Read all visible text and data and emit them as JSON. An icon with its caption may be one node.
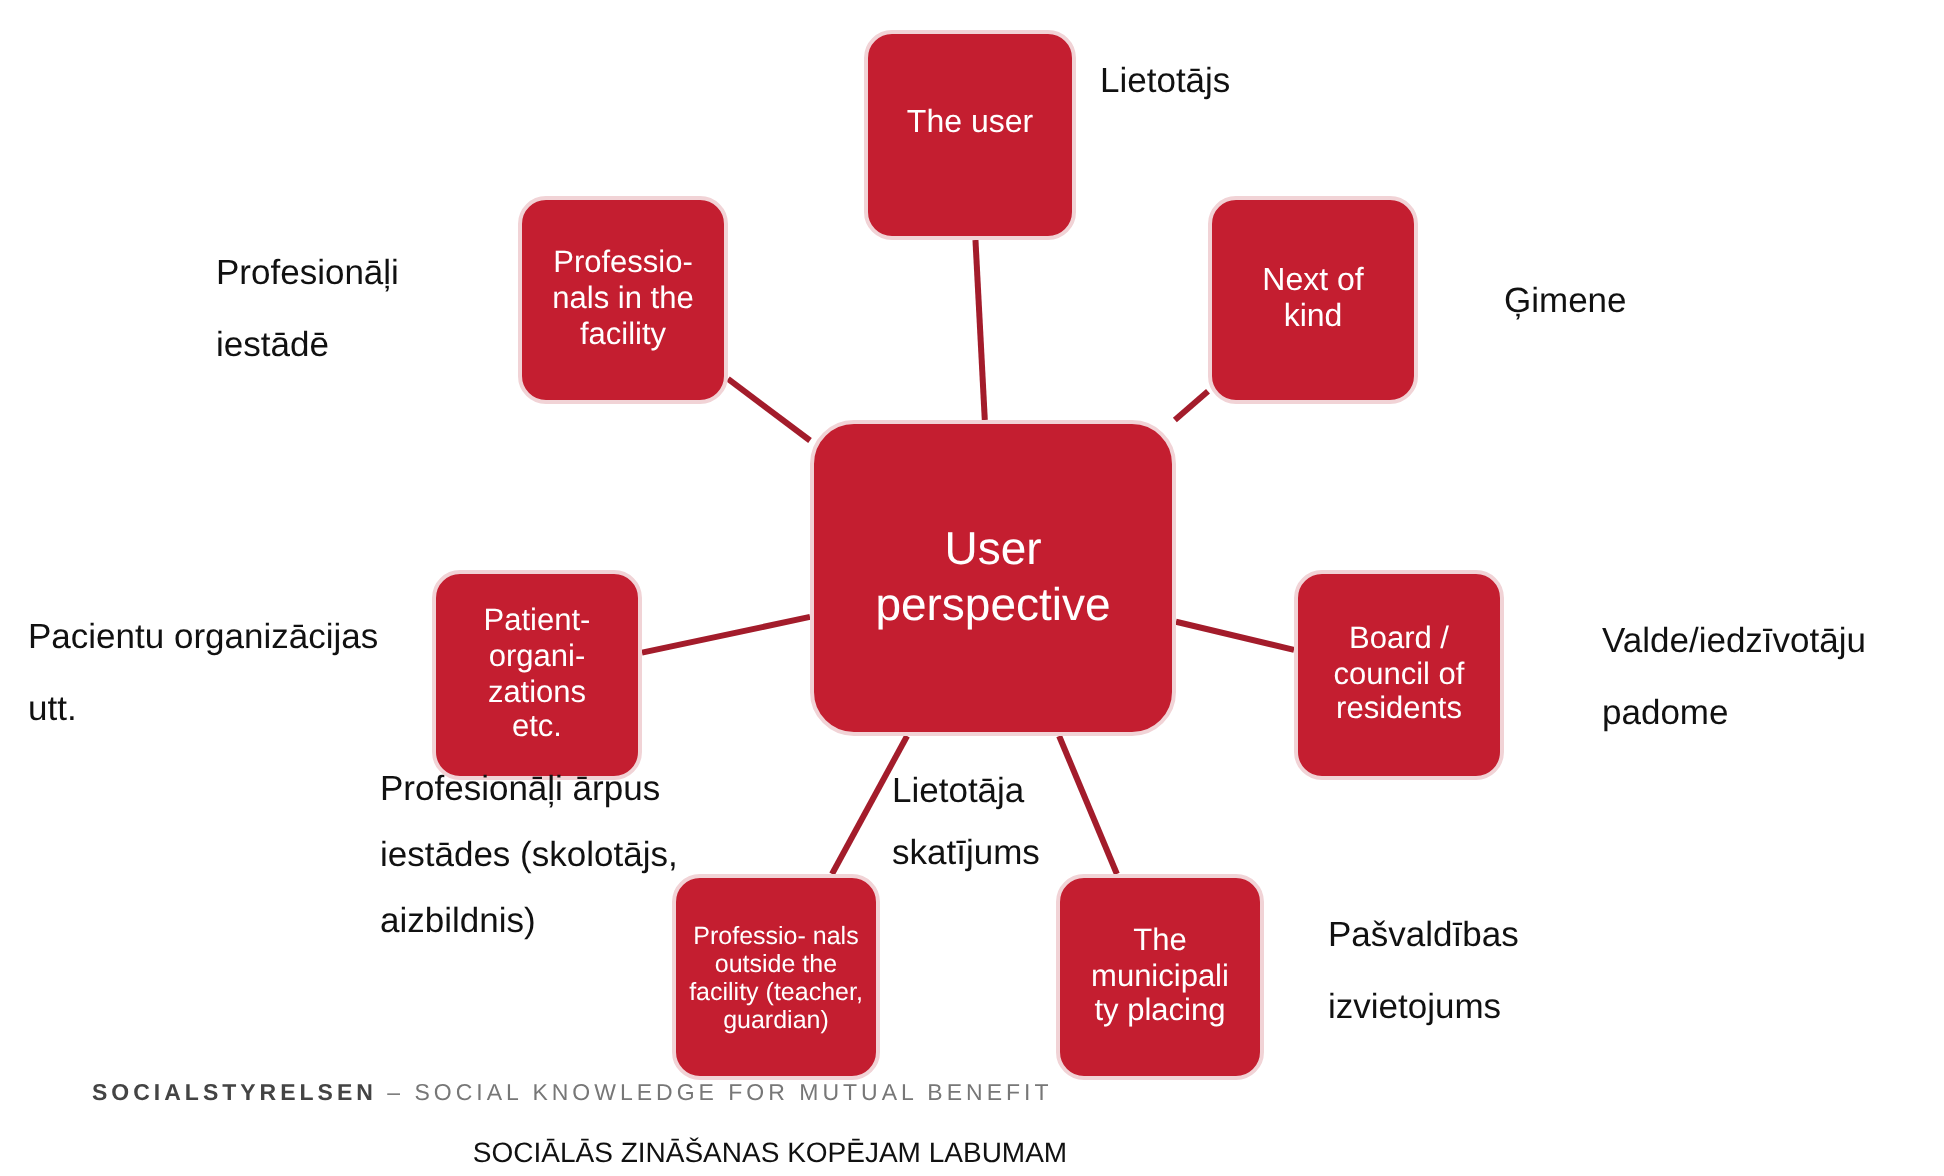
{
  "diagram": {
    "nodes": [
      {
        "text": [
          "User perspective"
        ]
      },
      {
        "text": [
          "The user"
        ],
        "beside": [
          "Lietotājs"
        ]
      },
      {
        "text": [
          "Professio- nals in the facility"
        ],
        "beside": [
          "Profesionāļi iestādē"
        ]
      },
      {
        "text": [
          "Next of kind"
        ],
        "beside": [
          "Ģimene"
        ]
      },
      {
        "text": [
          "Patient- organi- zations etc."
        ],
        "beside": [
          "Pacientu organizācijas utt."
        ]
      },
      {
        "text": [
          "Board / council of residents"
        ],
        "beside": [
          "Valde/iedzīvotāju padome"
        ]
      },
      {
        "text": [
          "Professio- nals outside the facility (teacher, guardian)"
        ]
      },
      {
        "text": [
          "The municipali ty placing"
        ],
        "beside": [
          "Pašvaldības izvietojums"
        ]
      }
    ],
    "edges": [
      {
        "from": 0,
        "to": 1,
        "arrow": "none"
      },
      {
        "from": 0,
        "to": 2,
        "arrow": "none"
      },
      {
        "from": 0,
        "to": 3,
        "arrow": "none"
      },
      {
        "from": 0,
        "to": 4,
        "arrow": "none"
      },
      {
        "from": 0,
        "to": 5,
        "arrow": "none"
      },
      {
        "from": 0,
        "to": 6,
        "arrow": "none"
      },
      {
        "from": 0,
        "to": 7,
        "arrow": "none"
      }
    ],
    "labels": [
      "Profesionāļi ārpus iestādes (skolotājs, aizbildnis)",
      "Lietotāja skatījums",
      "**SOCIALSTYRELSEN** – SOCIAL KNOWLEDGE FOR MUTUAL BENEFIT",
      "SOCIĀLĀS ZINĀŠANAS KOPĒJAM LABUMAM"
    ]
  }
}
